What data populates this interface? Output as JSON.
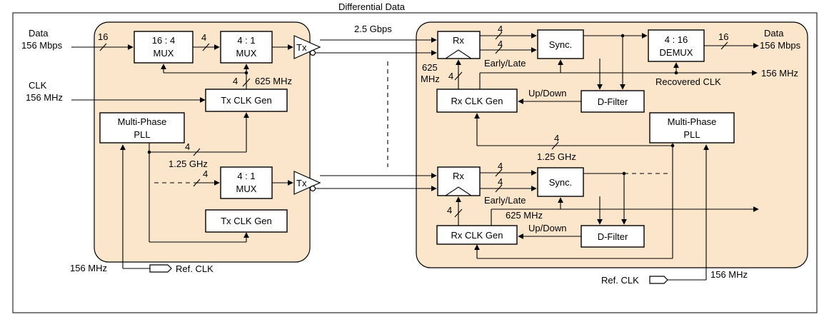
{
  "labels": {
    "differential_data": "Differential Data",
    "rate_2_5g": "2.5 Gbps",
    "data_in": "Data",
    "data_in_rate": "156 Mbps",
    "clk": "CLK",
    "clk_rate": "156 MHz",
    "bus_16": "16",
    "bus_4": "4",
    "f_625": "625 MHz",
    "f_125g": "1.25 GHz",
    "f_625_line1": "625",
    "f_625_line2": "MHz",
    "data_out": "Data",
    "data_out_rate": "156 Mbps",
    "out_156": "156 MHz",
    "recovered_clk": "Recovered CLK",
    "early_late": "Early/Late",
    "up_down": "Up/Down",
    "ref_156_left": "156 MHz",
    "ref_clk": "Ref. CLK",
    "ref_156_right": "156 MHz"
  },
  "blocks": {
    "mux_16_4_a": "16 : 4",
    "mux_16_4_b": "MUX",
    "mux_4_1_a": "4 : 1",
    "mux_4_1_b": "MUX",
    "tx": "Tx",
    "tx_clk_gen": "Tx CLK Gen",
    "mpll_a": "Multi-Phase",
    "mpll_b": "PLL",
    "rx": "Rx",
    "sync": "Sync.",
    "demux_a": "4 : 16",
    "demux_b": "DEMUX",
    "rx_clk_gen": "Rx CLK Gen",
    "d_filter": "D-Filter"
  }
}
